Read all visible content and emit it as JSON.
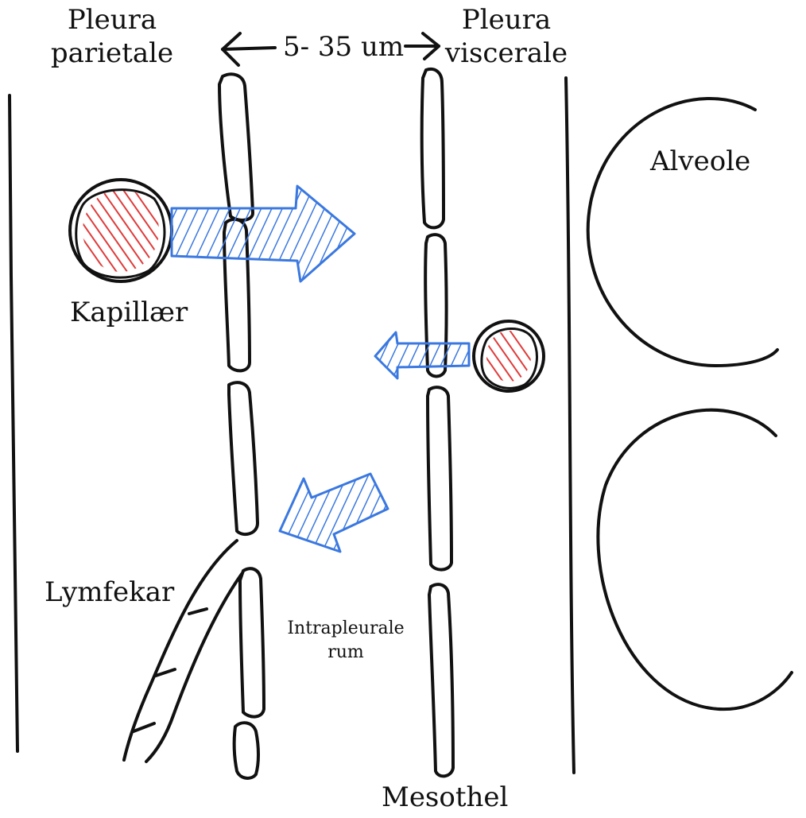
{
  "labels": {
    "pleura_parietale": [
      "Pleura",
      "parietale"
    ],
    "pleura_viscerale": [
      "Pleura",
      "viscerale"
    ],
    "distance": "5- 35 um",
    "alveole": "Alveole",
    "kapillaer": "Kapillær",
    "lymfekar": "Lymfekar",
    "intrapleurale_rum": [
      "Intrapleurale",
      "rum"
    ],
    "mesothel": "Mesothel"
  },
  "colors": {
    "ink": "#111111",
    "flow_arrow": "#3a78e0",
    "blood": "#e03b3b"
  }
}
